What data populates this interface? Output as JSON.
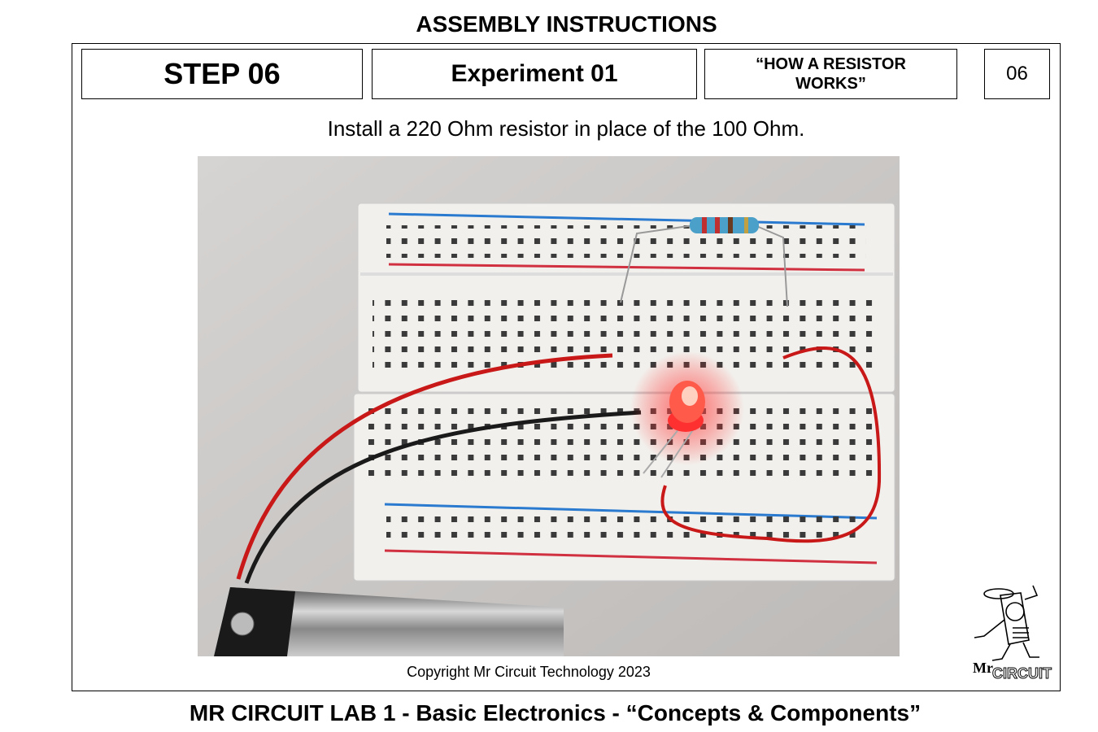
{
  "header": {
    "title": "ASSEMBLY INSTRUCTIONS"
  },
  "step_box": {
    "label": "STEP 06"
  },
  "experiment_box": {
    "label": "Experiment 01"
  },
  "subtitle_box": {
    "label": "“HOW A RESISTOR WORKS”"
  },
  "page_number": "06",
  "instruction": "Install a 220 Ohm resistor in place of the 100 Ohm.",
  "copyright": "Copyright Mr Circuit Technology 2023",
  "logo": {
    "text": "Mr CIRCUIT"
  },
  "footer": {
    "title": "MR CIRCUIT LAB 1 - Basic Electronics - “Concepts & Components”"
  },
  "colors": {
    "led": "#ff2a2a",
    "wire_red": "#c81818",
    "wire_black": "#1a1a1a",
    "rail_blue": "#2a7ad0",
    "rail_red": "#d03040"
  }
}
